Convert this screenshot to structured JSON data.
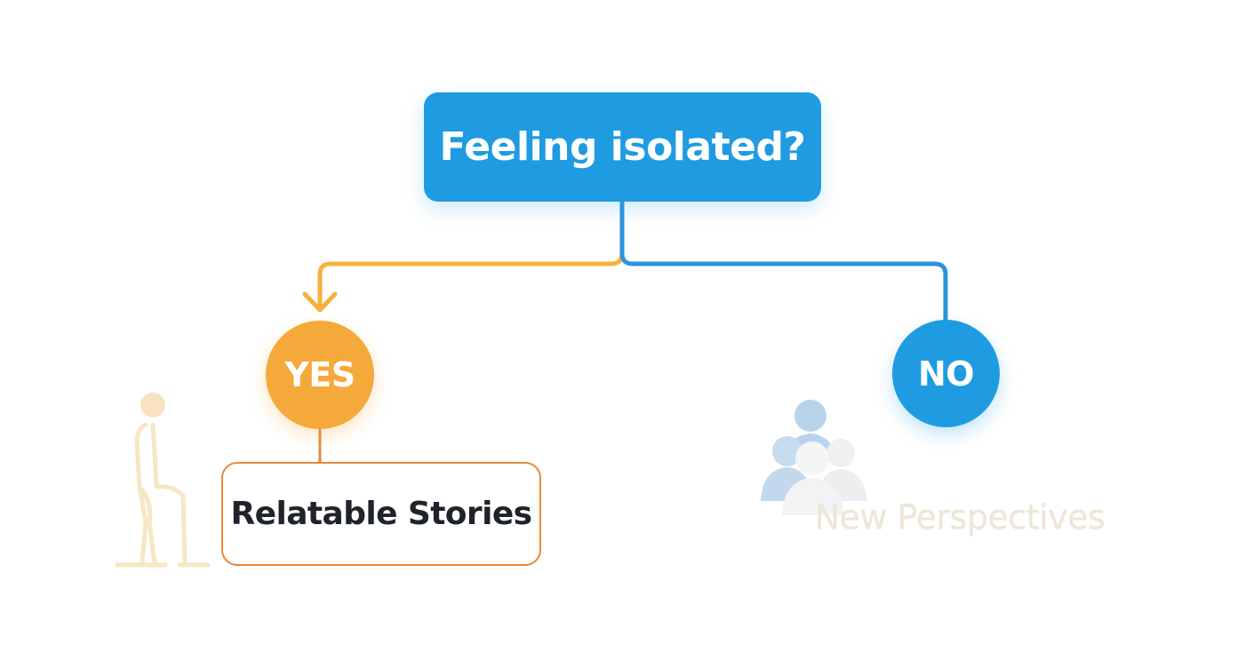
{
  "diagram": {
    "question": {
      "label": "Feeling isolated?",
      "color": "#1f9be2"
    },
    "answers": {
      "yes": {
        "label": "YES",
        "color": "#f6a93b",
        "connector_color": "#f5b13e"
      },
      "no": {
        "label": "NO",
        "color": "#1f9be2",
        "connector_color": "#2a95de"
      }
    },
    "outcomes": {
      "yes": {
        "label": "Relatable Stories",
        "border_color": "#e8883a",
        "icon": "walking-person-icon"
      },
      "no": {
        "label": "New Perspectives",
        "icon": "people-group-icon"
      }
    }
  }
}
